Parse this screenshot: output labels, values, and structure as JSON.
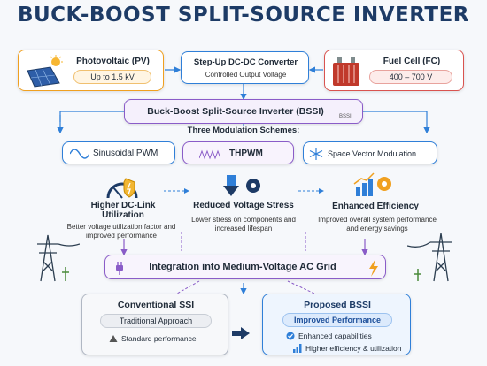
{
  "title": "BUCK-BOOST SPLIT-SOURCE INVERTER",
  "sources": {
    "pv": {
      "label": "Photovoltaic (PV)",
      "value": "Up to 1.5 kV"
    },
    "fc": {
      "label": "Fuel Cell (FC)",
      "value": "400 – 700 V"
    },
    "converter": {
      "label": "Step-Up DC-DC Converter",
      "sub": "Controlled Output Voltage"
    }
  },
  "inverter": {
    "label": "Buck-Boost Split-Source Inverter (BSSI)",
    "tag": "BSSI"
  },
  "schemes": {
    "heading": "Three Modulation Schemes:",
    "items": [
      "Sinusoidal PWM",
      "THPWM",
      "Space Vector Modulation"
    ]
  },
  "benefits": [
    {
      "title": "Higher DC-Link Utilization",
      "desc": "Better voltage utilization factor and improved performance"
    },
    {
      "title": "Reduced Voltage Stress",
      "desc": "Lower stress on components and increased lifespan"
    },
    {
      "title": "Enhanced Efficiency",
      "desc": "Improved overall system performance and energy savings"
    }
  ],
  "grid": {
    "label": "Integration into Medium-Voltage AC Grid"
  },
  "compare": {
    "conventional": {
      "title": "Conventional SSI",
      "sub": "Traditional Approach",
      "item": "Standard performance"
    },
    "proposed": {
      "title": "Proposed BSSI",
      "sub": "Improved Performance",
      "items": [
        "Enhanced capabilities",
        "Higher efficiency & utilization"
      ]
    }
  },
  "colors": {
    "navy": "#1d3b66",
    "orange": "#f0a020",
    "red": "#d9534f",
    "purple": "#8a5cc8",
    "blue": "#2f7fd8"
  }
}
